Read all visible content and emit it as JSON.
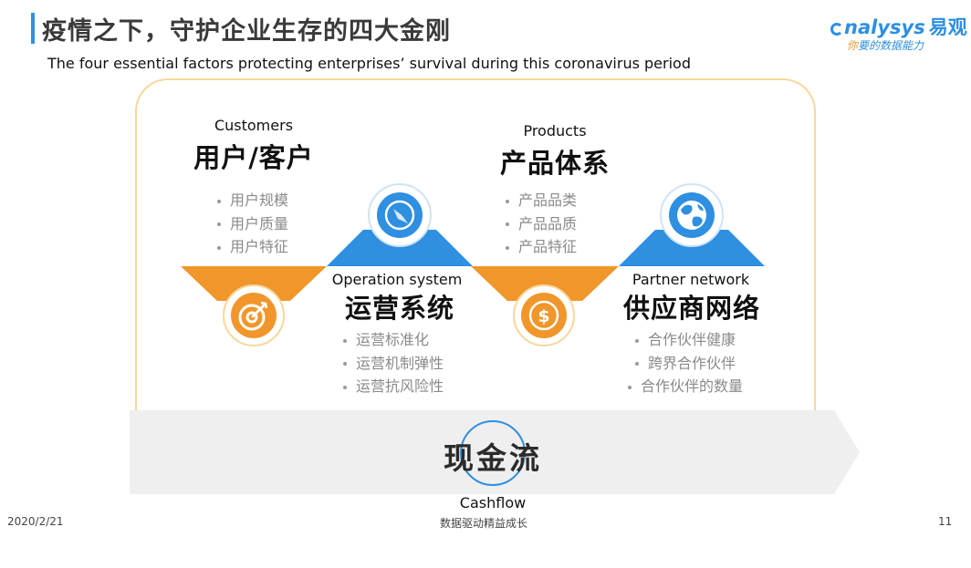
{
  "header": {
    "title": "疫情之下，守护企业生存的四大金刚",
    "subtitle": "The four essential factors protecting enterprises’ survival during this coronavirus period"
  },
  "logo": {
    "brand": "nalysys",
    "brand_cn": "易观",
    "tagline_first": "你",
    "tagline_rest": "要的数据能力"
  },
  "pillars": {
    "customers": {
      "en": "Customers",
      "cn": "用户/客户",
      "items": [
        "用户规模",
        "用户质量",
        "用户特征"
      ],
      "icon": "target-icon",
      "color": "#f0962a"
    },
    "products": {
      "en": "Products",
      "cn": "产品体系",
      "items": [
        "产品品类",
        "产品品质",
        "产品特征"
      ],
      "icon": "dollar-icon",
      "color": "#f0962a"
    },
    "operation": {
      "en": "Operation system",
      "cn": "运营系统",
      "items": [
        "运营标准化",
        "运营机制弹性",
        "运营抗风险性"
      ],
      "icon": "compass-icon",
      "color": "#2f8fe0"
    },
    "partner": {
      "en": "Partner network",
      "cn": "供应商网络",
      "items": [
        "合作伙伴健康",
        "跨界合作伙伴",
        "合作伙伴的数量"
      ],
      "icon": "globe-icon",
      "color": "#2f8fe0"
    }
  },
  "cashflow": {
    "cn": "现金流",
    "en": "Cashflow"
  },
  "footer": {
    "date": "2020/2/21",
    "slogan": "数据驱动精益成长",
    "page": "11"
  },
  "colors": {
    "orange": "#f0962a",
    "blue": "#2f8fe0",
    "frame": "#f7d79b",
    "band": "#efefef"
  }
}
